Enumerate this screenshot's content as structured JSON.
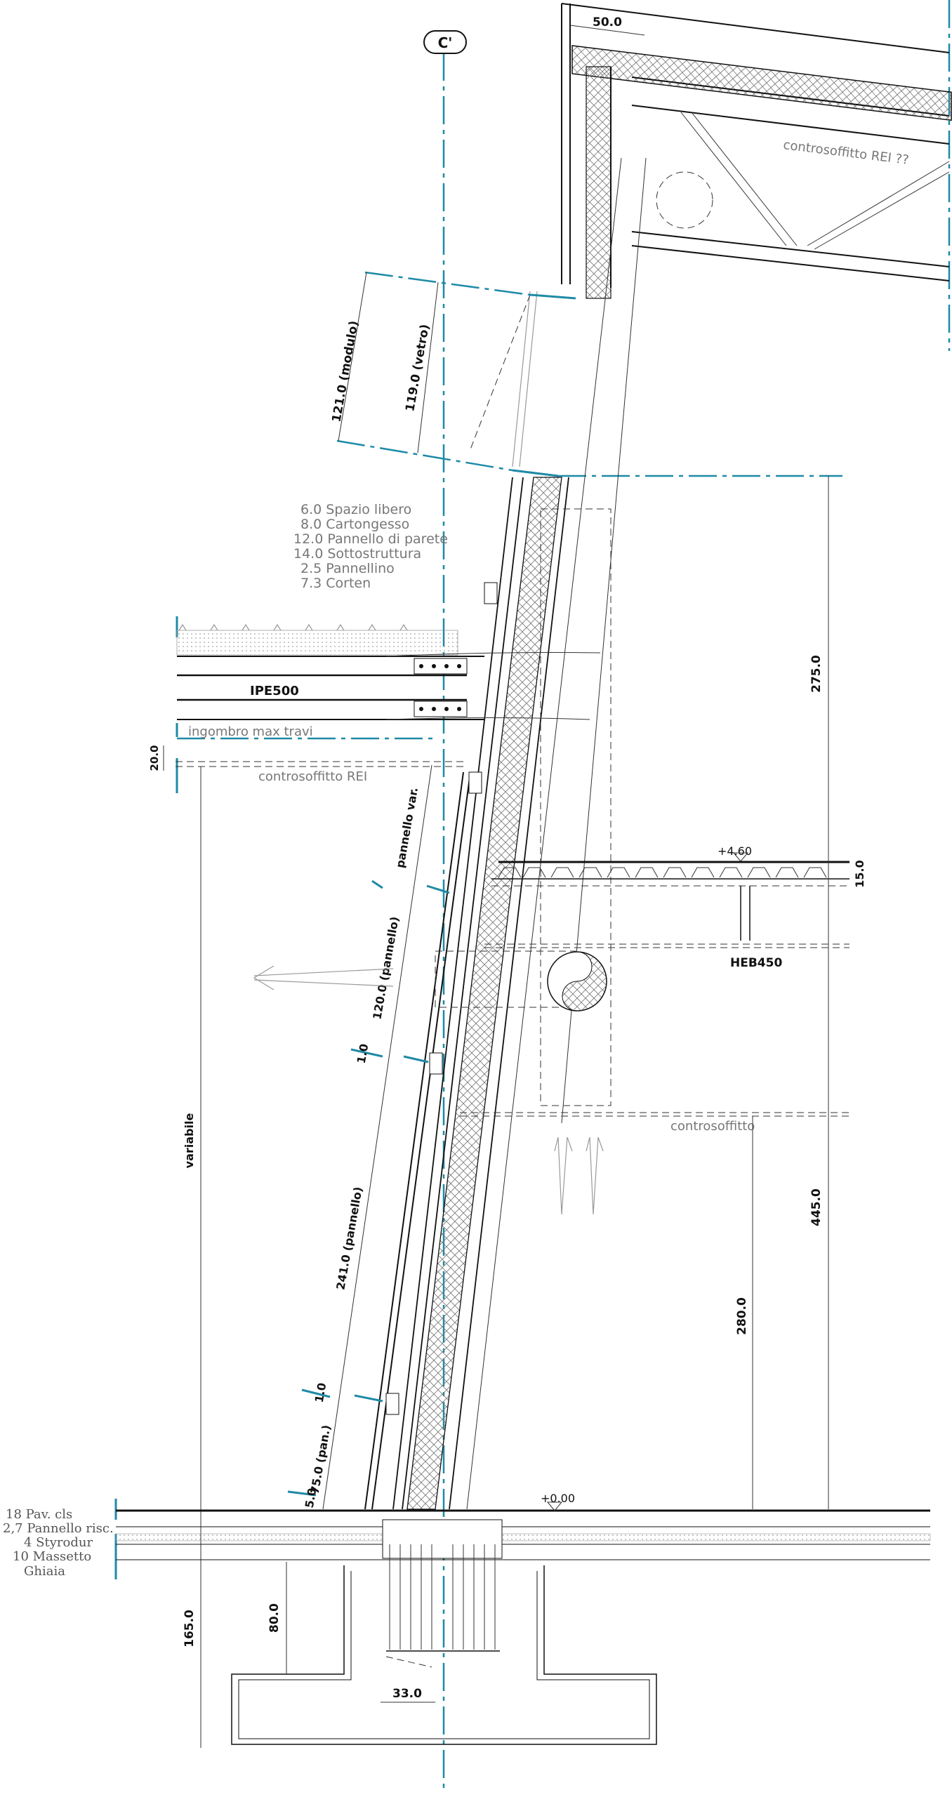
{
  "axis_label": "C'",
  "dims": {
    "d50": "50.0",
    "modulo": "121.0 (modulo)",
    "vetro": "119.0 (vetro)",
    "d275": "275.0",
    "d20": "20.0",
    "d15": "15.0",
    "pannello_var": "pannello var.",
    "pannello120": "120.0 (pannello)",
    "d10a": "1.0",
    "pannello241": "241.0 (pannello)",
    "d10b": "1.0",
    "pan75": "75.0 (pan.)",
    "d5": "5.0",
    "d445": "445.0",
    "d280": "280.0",
    "variabile": "variabile",
    "d165": "165.0",
    "d80": "80.0",
    "d33": "33.0"
  },
  "layers_wall": [
    "6.0 Spazio libero",
    "8.0 Cartongesso",
    "12.0 Pannello di parete",
    "14.0 Sottostruttura",
    "2.5 Pannellino",
    "7.3 Corten"
  ],
  "labels": {
    "controsoffitto_rei_q": "controsoffitto REI ??",
    "ipe500": "IPE500",
    "ingombro": "ingombro max travi",
    "controsoffitto_rei": "controsoffitto REI",
    "level_460": "+4.60",
    "heb450": "HEB450",
    "controsoffitto": "controsoffitto",
    "level_000": "+0.00"
  },
  "layers_floor": [
    "18 Pav. cls",
    "2,7 Pannello risc.",
    "4 Styrodur",
    "10 Massetto",
    "Ghiaia"
  ],
  "colors": {
    "axis": "#1e8aa6",
    "ink": "#111111",
    "note": "#777777"
  }
}
